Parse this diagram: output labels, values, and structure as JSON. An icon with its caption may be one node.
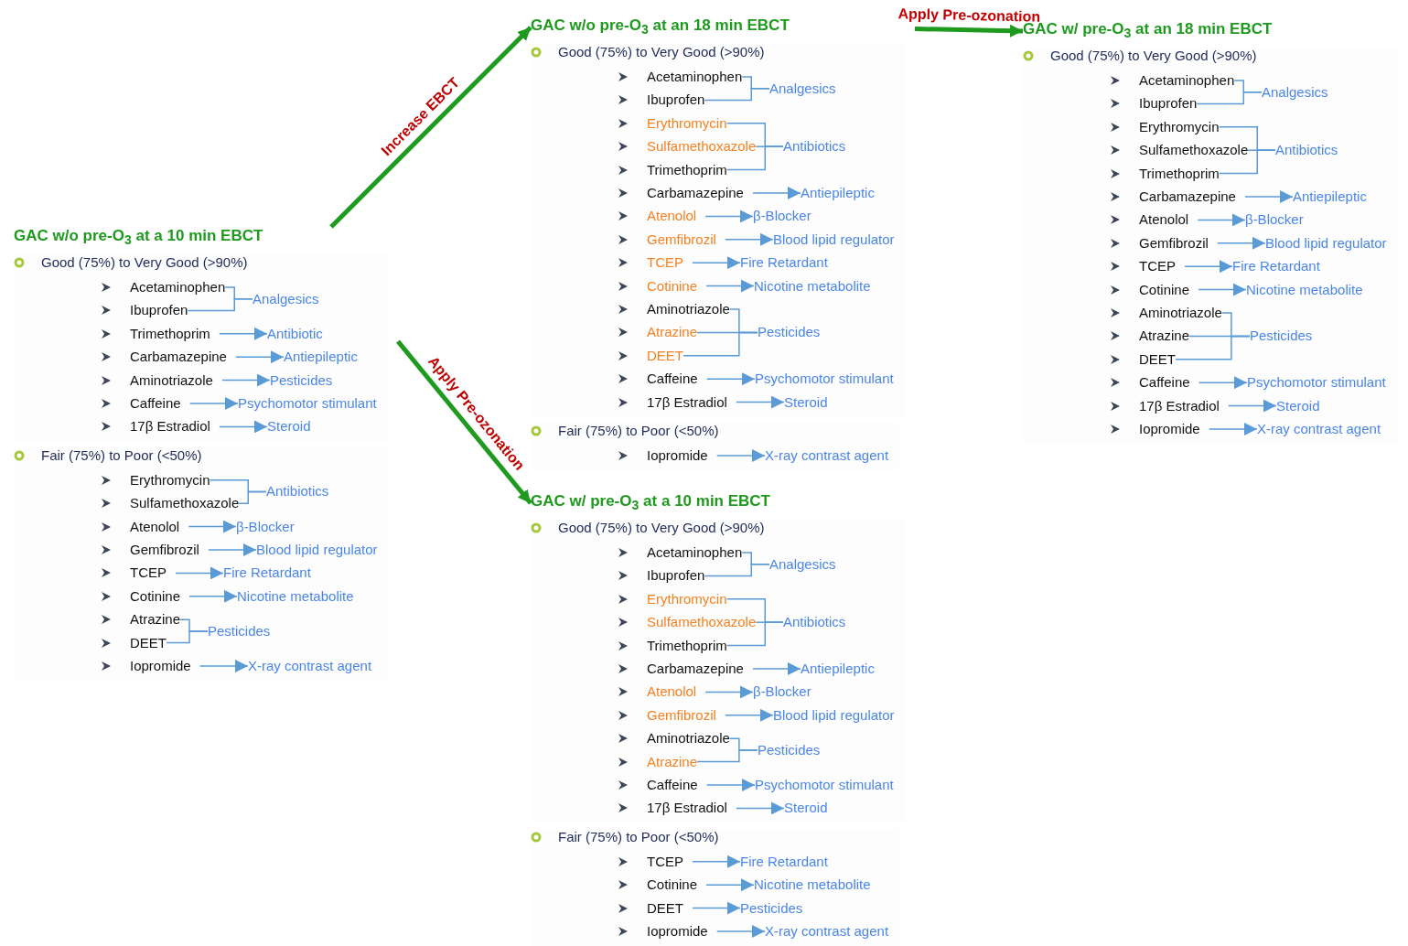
{
  "diagram": {
    "nodes": [
      {
        "text": [
          "GAC w/o pre-O$_{3}$ at a 10 min EBCT"
        ]
      },
      {
        "text": [
          "Good (75%) to Very Good (>90%)"
        ],
        "in": 0
      },
      {
        "text": [
          "Acetaminophen"
        ],
        "in": 1
      },
      {
        "text": [
          "Ibuprofen"
        ],
        "in": 1
      },
      {
        "text": [
          "Analgesics"
        ],
        "in": 1
      },
      {
        "text": [
          "Trimethoprim"
        ],
        "in": 1
      },
      {
        "text": [
          "Antibiotic"
        ],
        "in": 1
      },
      {
        "text": [
          "Carbamazepine"
        ],
        "in": 1
      },
      {
        "text": [
          "Antiepileptic"
        ],
        "in": 1
      },
      {
        "text": [
          "Aminotriazole"
        ],
        "in": 1
      },
      {
        "text": [
          "Pesticides"
        ],
        "in": 1
      },
      {
        "text": [
          "Caffeine"
        ],
        "in": 1
      },
      {
        "text": [
          "Psychomotor stimulant"
        ],
        "in": 1
      },
      {
        "text": [
          "17β Estradiol"
        ],
        "in": 1
      },
      {
        "text": [
          "Steroid"
        ],
        "in": 1
      },
      {
        "text": [
          "Fair (75%) to Poor (<50%)"
        ],
        "in": 0
      },
      {
        "text": [
          "Erythromycin"
        ],
        "in": 15
      },
      {
        "text": [
          "Sulfamethoxazole"
        ],
        "in": 15
      },
      {
        "text": [
          "Antibiotics"
        ],
        "in": 15
      },
      {
        "text": [
          "Atenolol"
        ],
        "in": 15
      },
      {
        "text": [
          "β-Blocker"
        ],
        "in": 15
      },
      {
        "text": [
          "Gemfibrozil"
        ],
        "in": 15
      },
      {
        "text": [
          "Blood lipid regulator"
        ],
        "in": 15
      },
      {
        "text": [
          "TCEP"
        ],
        "in": 15
      },
      {
        "text": [
          "Fire Retardant"
        ],
        "in": 15
      },
      {
        "text": [
          "Cotinine"
        ],
        "in": 15
      },
      {
        "text": [
          "Nicotine metabolite"
        ],
        "in": 15
      },
      {
        "text": [
          "Atrazine"
        ],
        "in": 15
      },
      {
        "text": [
          "DEET"
        ],
        "in": 15
      },
      {
        "text": [
          "Pesticides"
        ],
        "in": 15
      },
      {
        "text": [
          "Iopromide"
        ],
        "in": 15
      },
      {
        "text": [
          "X-ray contrast agent"
        ],
        "in": 15
      },
      {
        "text": [
          "GAC w/o pre-O$_{3}$ at an 18 min EBCT"
        ]
      },
      {
        "text": [
          "Good (75%) to Very Good (>90%)"
        ],
        "in": 32
      },
      {
        "text": [
          "Acetaminophen"
        ],
        "in": 33
      },
      {
        "text": [
          "Ibuprofen"
        ],
        "in": 33
      },
      {
        "text": [
          "Analgesics"
        ],
        "in": 33
      },
      {
        "text": [
          "Erythromycin"
        ],
        "in": 33
      },
      {
        "text": [
          "Sulfamethoxazole"
        ],
        "in": 33
      },
      {
        "text": [
          "Trimethoprim"
        ],
        "in": 33
      },
      {
        "text": [
          "Antibiotics"
        ],
        "in": 33
      },
      {
        "text": [
          "Carbamazepine"
        ],
        "in": 33
      },
      {
        "text": [
          "Antiepileptic"
        ],
        "in": 33
      },
      {
        "text": [
          "Atenolol"
        ],
        "in": 33
      },
      {
        "text": [
          "β-Blocker"
        ],
        "in": 33
      },
      {
        "text": [
          "Gemfibrozil"
        ],
        "in": 33
      },
      {
        "text": [
          "Blood lipid regulator"
        ],
        "in": 33
      },
      {
        "text": [
          "TCEP"
        ],
        "in": 33
      },
      {
        "text": [
          "Fire Retardant"
        ],
        "in": 33
      },
      {
        "text": [
          "Cotinine"
        ],
        "in": 33
      },
      {
        "text": [
          "Nicotine metabolite"
        ],
        "in": 33
      },
      {
        "text": [
          "Aminotriazole"
        ],
        "in": 33
      },
      {
        "text": [
          "Atrazine"
        ],
        "in": 33
      },
      {
        "text": [
          "DEET"
        ],
        "in": 33
      },
      {
        "text": [
          "Pesticides"
        ],
        "in": 33
      },
      {
        "text": [
          "Caffeine"
        ],
        "in": 33
      },
      {
        "text": [
          "Psychomotor stimulant"
        ],
        "in": 33
      },
      {
        "text": [
          "17β Estradiol"
        ],
        "in": 33
      },
      {
        "text": [
          "Steroid"
        ],
        "in": 33
      },
      {
        "text": [
          "Fair (75%) to Poor (<50%)"
        ],
        "in": 32
      },
      {
        "text": [
          "Iopromide"
        ],
        "in": 59
      },
      {
        "text": [
          "X-ray contrast agent"
        ],
        "in": 59
      },
      {
        "text": [
          "GAC w/ pre-O$_{3}$ at a 10 min EBCT"
        ]
      },
      {
        "text": [
          "Good (75%) to Very Good (>90%)"
        ],
        "in": 62
      },
      {
        "text": [
          "Acetaminophen"
        ],
        "in": 63
      },
      {
        "text": [
          "Ibuprofen"
        ],
        "in": 63
      },
      {
        "text": [
          "Analgesics"
        ],
        "in": 63
      },
      {
        "text": [
          "Erythromycin"
        ],
        "in": 63
      },
      {
        "text": [
          "Sulfamethoxazole"
        ],
        "in": 63
      },
      {
        "text": [
          "Trimethoprim"
        ],
        "in": 63
      },
      {
        "text": [
          "Antibiotics"
        ],
        "in": 63
      },
      {
        "text": [
          "Carbamazepine"
        ],
        "in": 63
      },
      {
        "text": [
          "Antiepileptic"
        ],
        "in": 63
      },
      {
        "text": [
          "Atenolol"
        ],
        "in": 63
      },
      {
        "text": [
          "β-Blocker"
        ],
        "in": 63
      },
      {
        "text": [
          "Gemfibrozil"
        ],
        "in": 63
      },
      {
        "text": [
          "Blood lipid regulator"
        ],
        "in": 63
      },
      {
        "text": [
          "Aminotriazole"
        ],
        "in": 63
      },
      {
        "text": [
          "Atrazine"
        ],
        "in": 63
      },
      {
        "text": [
          "Pesticides"
        ],
        "in": 63
      },
      {
        "text": [
          "Caffeine"
        ],
        "in": 63
      },
      {
        "text": [
          "Psychomotor stimulant"
        ],
        "in": 63
      },
      {
        "text": [
          "17β Estradiol"
        ],
        "in": 63
      },
      {
        "text": [
          "Steroid"
        ],
        "in": 63
      },
      {
        "text": [
          "Fair (75%) to Poor (<50%)"
        ],
        "in": 62
      },
      {
        "text": [
          "TCEP"
        ],
        "in": 84
      },
      {
        "text": [
          "Fire Retardant"
        ],
        "in": 84
      },
      {
        "text": [
          "Cotinine"
        ],
        "in": 84
      },
      {
        "text": [
          "Nicotine metabolite"
        ],
        "in": 84
      },
      {
        "text": [
          "DEET"
        ],
        "in": 84
      },
      {
        "text": [
          "Pesticides"
        ],
        "in": 84
      },
      {
        "text": [
          "Iopromide"
        ],
        "in": 84
      },
      {
        "text": [
          "X-ray contrast agent"
        ],
        "in": 84
      },
      {
        "text": [
          "GAC w/ pre-O$_{3}$ at an 18 min EBCT"
        ]
      },
      {
        "text": [
          "Good (75%) to Very Good (>90%)"
        ],
        "in": 93
      },
      {
        "text": [
          "Acetaminophen"
        ],
        "in": 94
      },
      {
        "text": [
          "Ibuprofen"
        ],
        "in": 94
      },
      {
        "text": [
          "Analgesics"
        ],
        "in": 94
      },
      {
        "text": [
          "Erythromycin"
        ],
        "in": 94
      },
      {
        "text": [
          "Sulfamethoxazole"
        ],
        "in": 94
      },
      {
        "text": [
          "Trimethoprim"
        ],
        "in": 94
      },
      {
        "text": [
          "Antibiotics"
        ],
        "in": 94
      },
      {
        "text": [
          "Carbamazepine"
        ],
        "in": 94
      },
      {
        "text": [
          "Antiepileptic"
        ],
        "in": 94
      },
      {
        "text": [
          "Atenolol"
        ],
        "in": 94
      },
      {
        "text": [
          "β-Blocker"
        ],
        "in": 94
      },
      {
        "text": [
          "Gemfibrozil"
        ],
        "in": 94
      },
      {
        "text": [
          "Blood lipid regulator"
        ],
        "in": 94
      },
      {
        "text": [
          "TCEP"
        ],
        "in": 94
      },
      {
        "text": [
          "Fire Retardant"
        ],
        "in": 94
      },
      {
        "text": [
          "Cotinine"
        ],
        "in": 94
      },
      {
        "text": [
          "Nicotine metabolite"
        ],
        "in": 94
      },
      {
        "text": [
          "Aminotriazole"
        ],
        "in": 94
      },
      {
        "text": [
          "Atrazine"
        ],
        "in": 94
      },
      {
        "text": [
          "DEET"
        ],
        "in": 94
      },
      {
        "text": [
          "Pesticides"
        ],
        "in": 94
      },
      {
        "text": [
          "Caffeine"
        ],
        "in": 94
      },
      {
        "text": [
          "Psychomotor stimulant"
        ],
        "in": 94
      },
      {
        "text": [
          "17β Estradiol"
        ],
        "in": 94
      },
      {
        "text": [
          "Steroid"
        ],
        "in": 94
      },
      {
        "text": [
          "Iopromide"
        ],
        "in": 94
      },
      {
        "text": [
          "X-ray contrast agent"
        ],
        "in": 94
      }
    ],
    "edges": [
      {
        "from": 0,
        "to": 32,
        "arrow": "to",
        "label": "Increase EBCT",
        "style": "thick",
        "color": "#1e9a1e"
      },
      {
        "from": 0,
        "to": 62,
        "arrow": "to",
        "label": "Apply Pre-ozonation",
        "style": "thick",
        "color": "#1e9a1e"
      },
      {
        "from": 32,
        "to": 93,
        "arrow": "to",
        "label": "Apply Pre-ozonation",
        "style": "thick",
        "color": "#1e9a1e"
      },
      {
        "from": 2,
        "to": 4,
        "arrow": "none"
      },
      {
        "from": 3,
        "to": 4,
        "arrow": "none"
      },
      {
        "from": 5,
        "to": 6,
        "arrow": "to"
      },
      {
        "from": 7,
        "to": 8,
        "arrow": "to"
      },
      {
        "from": 9,
        "to": 10,
        "arrow": "to"
      },
      {
        "from": 11,
        "to": 12,
        "arrow": "to"
      },
      {
        "from": 13,
        "to": 14,
        "arrow": "to"
      },
      {
        "from": 16,
        "to": 18,
        "arrow": "none"
      },
      {
        "from": 17,
        "to": 18,
        "arrow": "none"
      },
      {
        "from": 19,
        "to": 20,
        "arrow": "to"
      },
      {
        "from": 21,
        "to": 22,
        "arrow": "to"
      },
      {
        "from": 23,
        "to": 24,
        "arrow": "to"
      },
      {
        "from": 25,
        "to": 26,
        "arrow": "to"
      },
      {
        "from": 27,
        "to": 29,
        "arrow": "none"
      },
      {
        "from": 28,
        "to": 29,
        "arrow": "none"
      },
      {
        "from": 30,
        "to": 31,
        "arrow": "to"
      },
      {
        "from": 34,
        "to": 36,
        "arrow": "none"
      },
      {
        "from": 35,
        "to": 36,
        "arrow": "none"
      },
      {
        "from": 37,
        "to": 40,
        "arrow": "none"
      },
      {
        "from": 38,
        "to": 40,
        "arrow": "none"
      },
      {
        "from": 39,
        "to": 40,
        "arrow": "none"
      },
      {
        "from": 41,
        "to": 42,
        "arrow": "to"
      },
      {
        "from": 43,
        "to": 44,
        "arrow": "to"
      },
      {
        "from": 45,
        "to": 46,
        "arrow": "to"
      },
      {
        "from": 47,
        "to": 48,
        "arrow": "to"
      },
      {
        "from": 49,
        "to": 50,
        "arrow": "to"
      },
      {
        "from": 51,
        "to": 54,
        "arrow": "none"
      },
      {
        "from": 52,
        "to": 54,
        "arrow": "none"
      },
      {
        "from": 53,
        "to": 54,
        "arrow": "none"
      },
      {
        "from": 55,
        "to": 56,
        "arrow": "to"
      },
      {
        "from": 57,
        "to": 58,
        "arrow": "to"
      },
      {
        "from": 60,
        "to": 61,
        "arrow": "to"
      },
      {
        "from": 64,
        "to": 66,
        "arrow": "none"
      },
      {
        "from": 65,
        "to": 66,
        "arrow": "none"
      },
      {
        "from": 67,
        "to": 70,
        "arrow": "none"
      },
      {
        "from": 68,
        "to": 70,
        "arrow": "none"
      },
      {
        "from": 69,
        "to": 70,
        "arrow": "none"
      },
      {
        "from": 71,
        "to": 72,
        "arrow": "to"
      },
      {
        "from": 73,
        "to": 74,
        "arrow": "to"
      },
      {
        "from": 75,
        "to": 76,
        "arrow": "to"
      },
      {
        "from": 77,
        "to": 79,
        "arrow": "none"
      },
      {
        "from": 78,
        "to": 79,
        "arrow": "none"
      },
      {
        "from": 80,
        "to": 81,
        "arrow": "to"
      },
      {
        "from": 82,
        "to": 83,
        "arrow": "to"
      },
      {
        "from": 85,
        "to": 86,
        "arrow": "to"
      },
      {
        "from": 87,
        "to": 88,
        "arrow": "to"
      },
      {
        "from": 89,
        "to": 90,
        "arrow": "to"
      },
      {
        "from": 91,
        "to": 92,
        "arrow": "to"
      },
      {
        "from": 95,
        "to": 97,
        "arrow": "none"
      },
      {
        "from": 96,
        "to": 97,
        "arrow": "none"
      },
      {
        "from": 98,
        "to": 101,
        "arrow": "none"
      },
      {
        "from": 99,
        "to": 101,
        "arrow": "none"
      },
      {
        "from": 100,
        "to": 101,
        "arrow": "none"
      },
      {
        "from": 102,
        "to": 103,
        "arrow": "to"
      },
      {
        "from": 104,
        "to": 105,
        "arrow": "to"
      },
      {
        "from": 106,
        "to": 107,
        "arrow": "to"
      },
      {
        "from": 108,
        "to": 109,
        "arrow": "to"
      },
      {
        "from": 110,
        "to": 111,
        "arrow": "to"
      },
      {
        "from": 112,
        "to": 115,
        "arrow": "none"
      },
      {
        "from": 113,
        "to": 115,
        "arrow": "none"
      },
      {
        "from": 114,
        "to": 115,
        "arrow": "none"
      },
      {
        "from": 116,
        "to": 117,
        "arrow": "to"
      },
      {
        "from": 118,
        "to": 119,
        "arrow": "to"
      },
      {
        "from": 120,
        "to": 121,
        "arrow": "to"
      }
    ]
  }
}
